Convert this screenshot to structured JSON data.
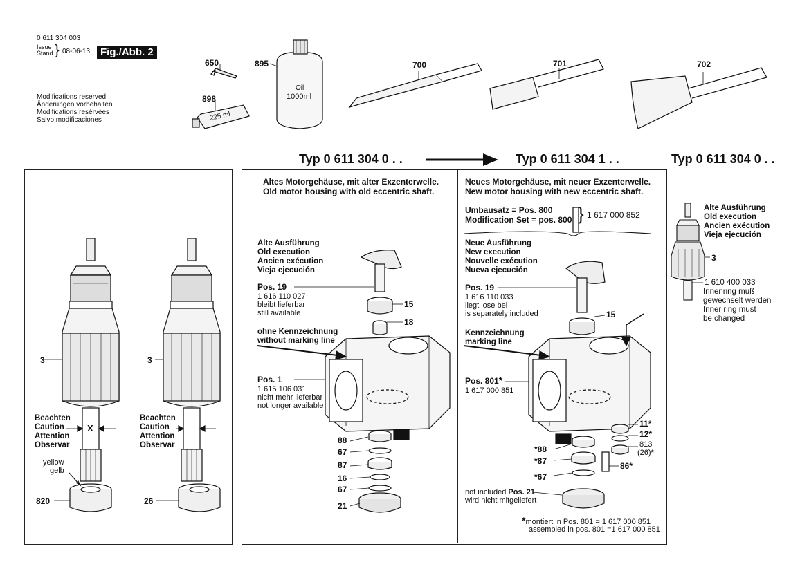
{
  "header": {
    "doc_number": "0 611 304 003",
    "issue_label_1": "Issue",
    "issue_label_2": "Stand",
    "issue_date": "08-06-13",
    "fig_label": "Fig./Abb. 2",
    "modifications": [
      "Modifications reserved",
      "Änderungen vorbehalten",
      "Modifications resérvées",
      "Salvo modificaciones"
    ]
  },
  "accessories": {
    "n650": "650",
    "n898": "898",
    "tube_label": "225 ml",
    "n895": "895",
    "bottle_label_1": "Oil",
    "bottle_label_2": "1000ml",
    "n700": "700",
    "n701": "701",
    "n702": "702"
  },
  "types": {
    "left": "Typ 0 611 304 0 . .",
    "middle": "Typ 0 611 304 1 . .",
    "right": "Typ 0 611 304 0 . ."
  },
  "panel_left": {
    "n3a": "3",
    "n3b": "3",
    "caution_a": [
      "Beachten",
      "Caution",
      "Attention",
      "Observar"
    ],
    "caution_b": [
      "Beachten",
      "Caution",
      "Attention",
      "Observar"
    ],
    "x_mark": "X",
    "yellow": "yellow",
    "gelb": "gelb",
    "n820": "820",
    "n26": "26"
  },
  "panel_middle": {
    "title_1": "Altes Motorgehäuse, mit alter Exzenterwelle.",
    "title_2": "Old motor housing with old eccentric shaft.",
    "exec": [
      "Alte Ausführung",
      "Old execution",
      "Ancien exécution",
      "Vieja ejecución"
    ],
    "pos19": "Pos. 19",
    "pos19_lines": [
      "1 616 110 027",
      "bleibt lieferbar",
      "still available"
    ],
    "n15": "15",
    "n18": "18",
    "marking": [
      "ohne Kennzeichnung",
      "without marking line"
    ],
    "pos1": "Pos. 1",
    "pos1_lines": [
      "1 615 106 031",
      "nicht mehr lieferbar",
      "not longer available"
    ],
    "stack": [
      "88",
      "67",
      "87",
      "16",
      "67",
      "21"
    ]
  },
  "panel_right": {
    "title_1": "Neues Motorgehäuse, mit neuer Exzenterwelle.",
    "title_2": "New motor housing with new eccentric shaft.",
    "umbau_1": "Umbausatz = Pos. 800",
    "umbau_2": "Modification Set = pos. 800",
    "set_number": "1 617 000 852",
    "exec": [
      "Neue Ausführung",
      "New execution",
      "Nouvelle exécution",
      "Nueva ejecución"
    ],
    "pos19": "Pos. 19",
    "pos19_lines": [
      "1 616 110 033",
      "liegt lose bei",
      "is separately included"
    ],
    "n15": "15",
    "marking": [
      "Kennzeichnung",
      "marking line"
    ],
    "pos801": "Pos. 801",
    "pos801_line": "1 617 000 851",
    "n11": "11",
    "n12": "12",
    "n813": "813",
    "n26p": "(26)",
    "n86": "86",
    "n88": "88",
    "n87": "87",
    "n67": "67",
    "not_included_1": "not included",
    "not_included_pos": "Pos. 21",
    "not_included_2": "wird nicht mitgeliefert",
    "footnote_1": "montiert in Pos. 801    = 1 617 000 851",
    "footnote_2": "assembled in pos. 801 =1 617 000 851"
  },
  "panel_far": {
    "exec": [
      "Alte Ausführung",
      "Old execution",
      "Ancien exécution",
      "Vieja ejecución"
    ],
    "n3": "3",
    "part_number": "1 610 400 033",
    "notes": [
      "Innenring muß",
      "gewechselt werden",
      "Inner ring must",
      "be changed"
    ]
  }
}
